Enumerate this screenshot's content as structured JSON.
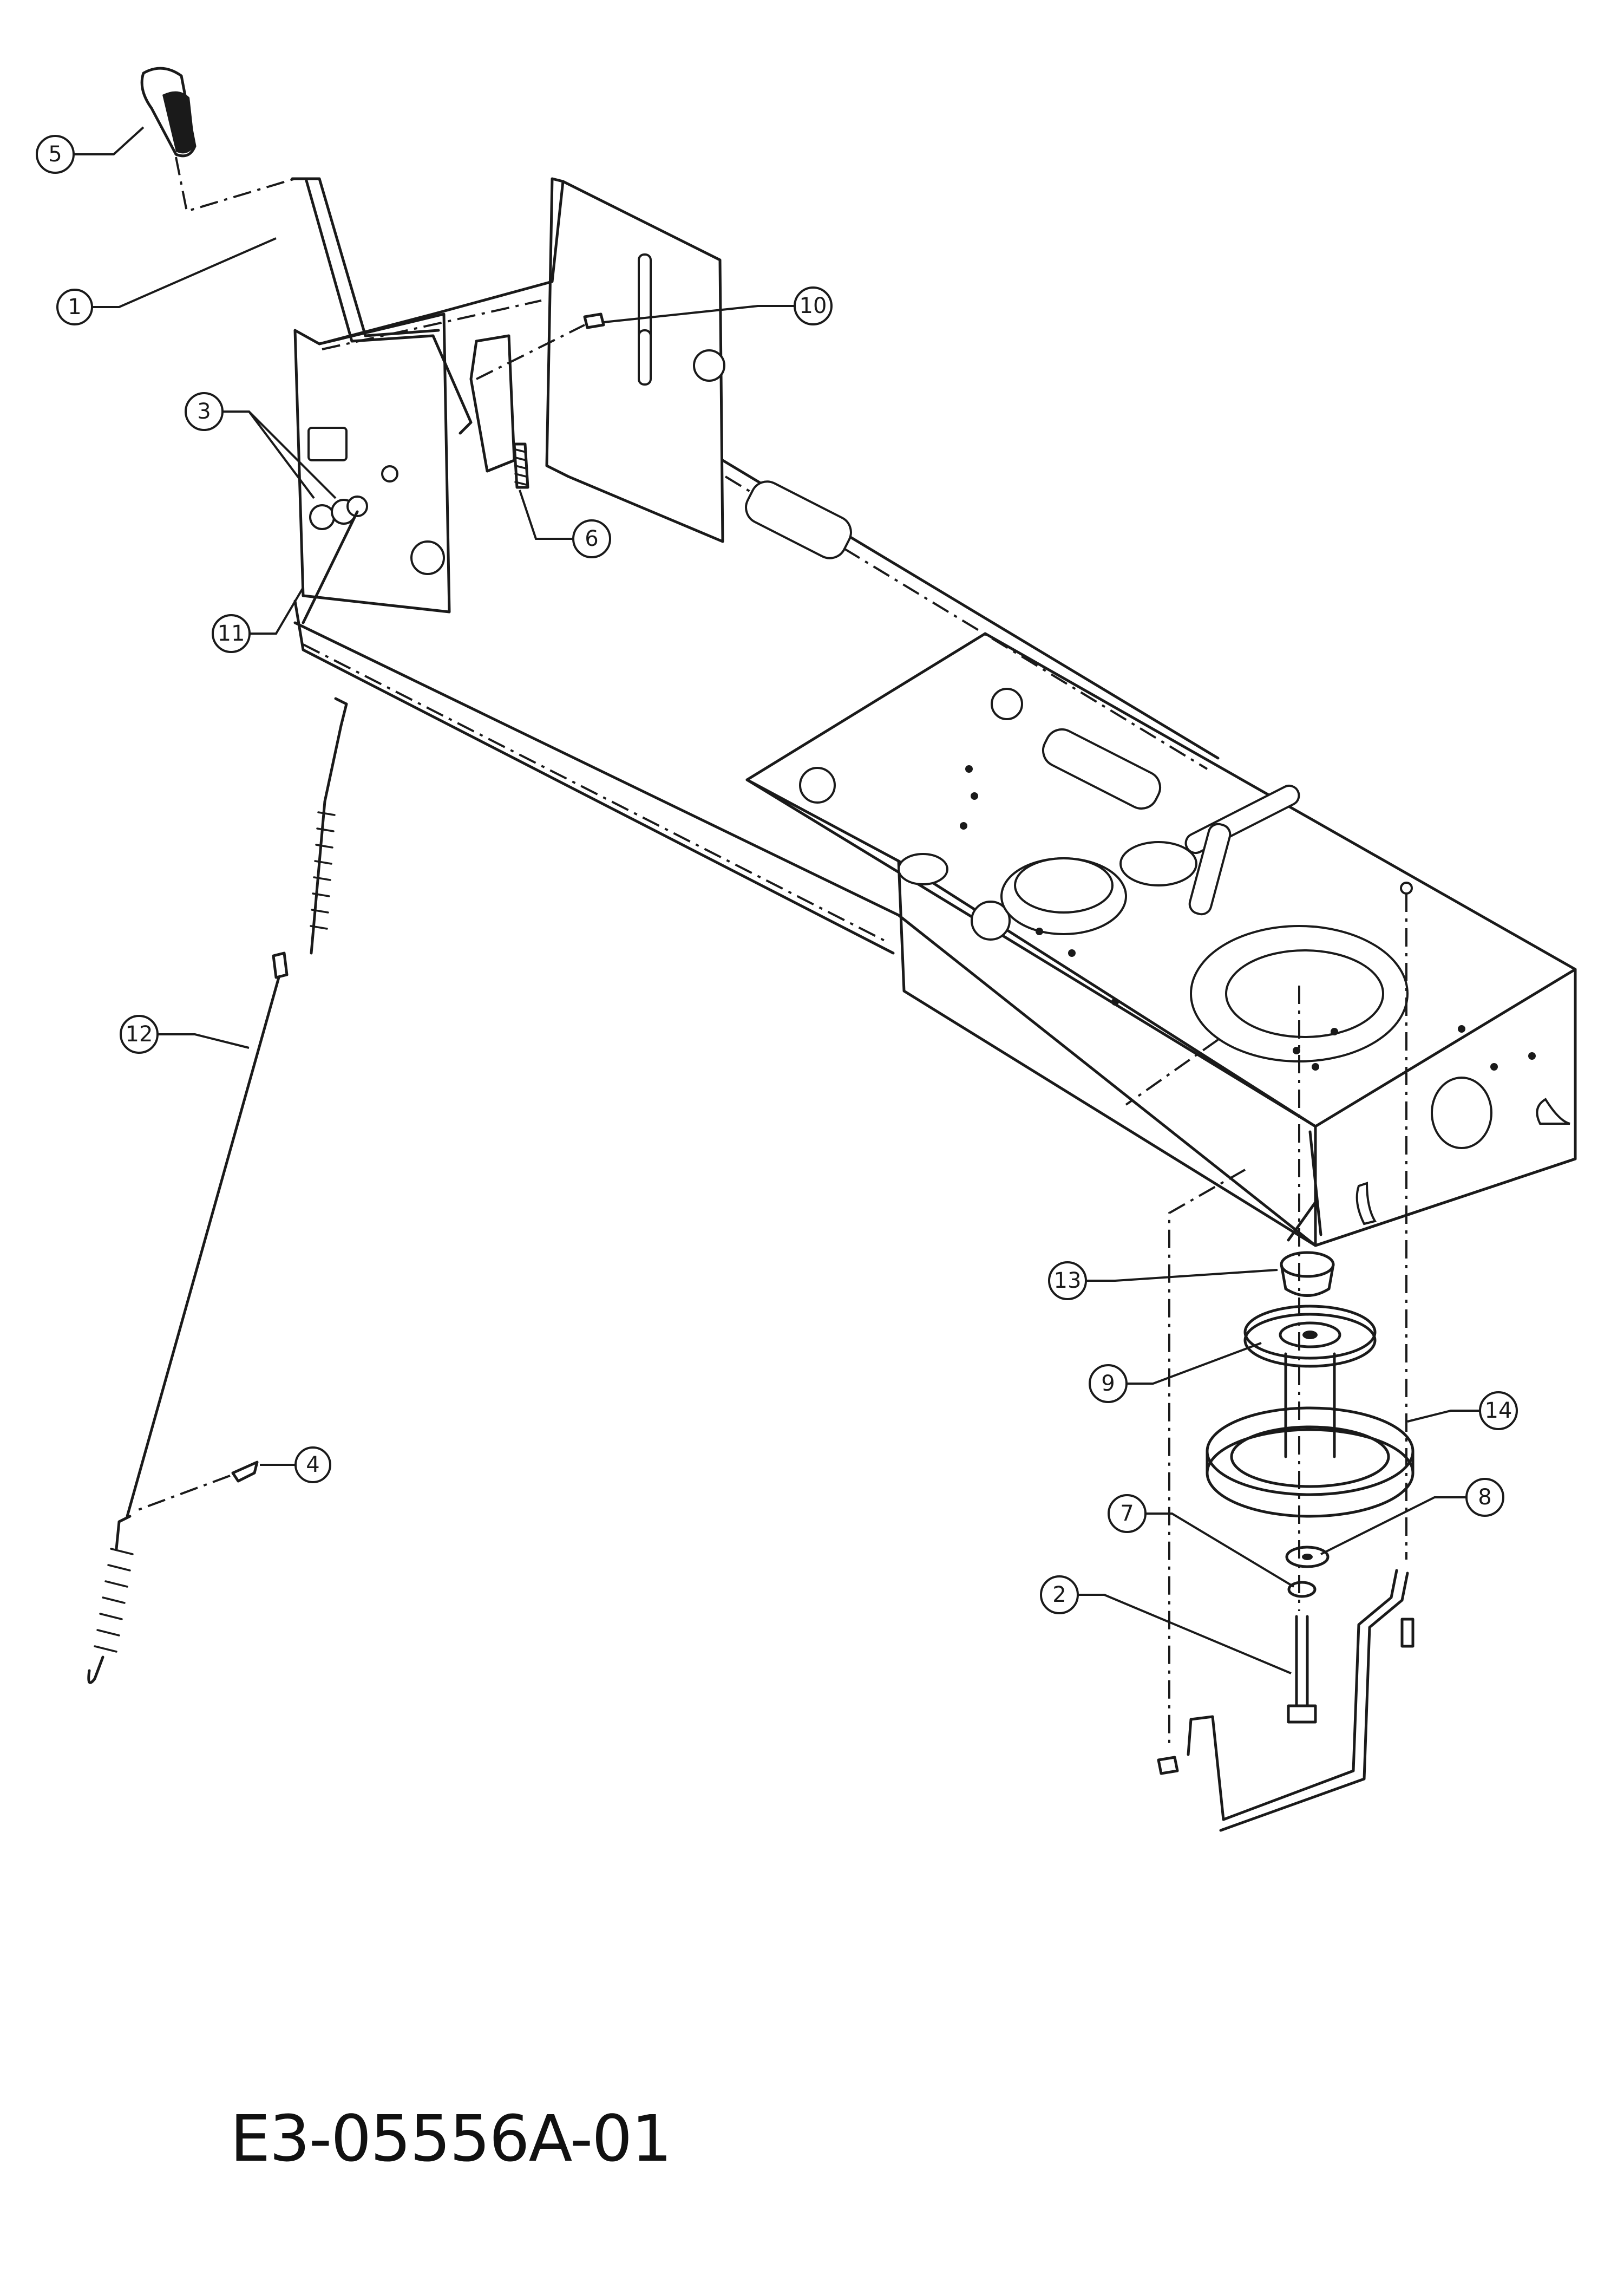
{
  "drawing_code": "E3-05556A-01",
  "callouts": [
    {
      "label": "1"
    },
    {
      "label": "2"
    },
    {
      "label": "3"
    },
    {
      "label": "4"
    },
    {
      "label": "5"
    },
    {
      "label": "6"
    },
    {
      "label": "7"
    },
    {
      "label": "8"
    },
    {
      "label": "9"
    },
    {
      "label": "10"
    },
    {
      "label": "11"
    },
    {
      "label": "12"
    },
    {
      "label": "13"
    },
    {
      "label": "14"
    }
  ],
  "colors": {
    "line": "#1a1a1a",
    "background": "#ffffff"
  }
}
